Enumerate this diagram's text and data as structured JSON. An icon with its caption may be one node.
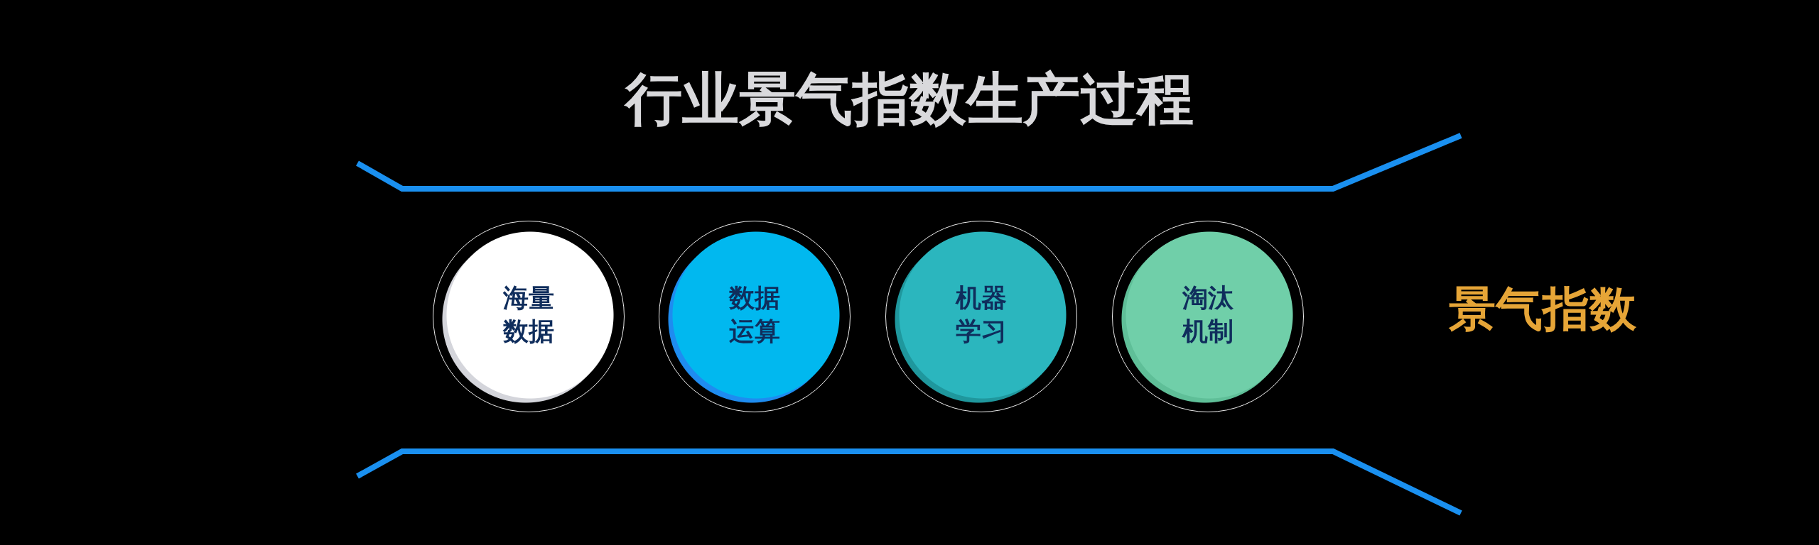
{
  "diagram": {
    "title": "行业景气指数生产过程",
    "nodes": [
      {
        "text": [
          "海量数据"
        ]
      },
      {
        "text": [
          "数据运算"
        ]
      },
      {
        "text": [
          "机器学习"
        ]
      },
      {
        "text": [
          "淘汰机制"
        ]
      }
    ],
    "labels": [
      "景气指数"
    ]
  }
}
